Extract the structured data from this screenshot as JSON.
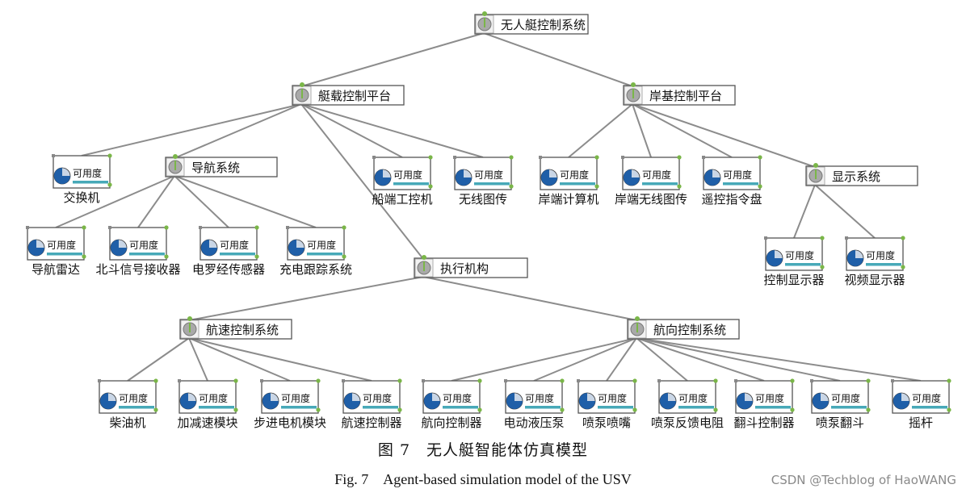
{
  "diagram": {
    "nodes": [
      {
        "id": "usv",
        "type": "system",
        "label": "无人艇控制系统"
      },
      {
        "id": "onboard",
        "type": "system",
        "label": "艇载控制平台"
      },
      {
        "id": "shore",
        "type": "system",
        "label": "岸基控制平台"
      },
      {
        "id": "switch",
        "type": "agent",
        "label": "交换机"
      },
      {
        "id": "nav",
        "type": "system",
        "label": "导航系统"
      },
      {
        "id": "shipctrl",
        "type": "agent",
        "label": "船端工控机"
      },
      {
        "id": "wireless",
        "type": "agent",
        "label": "无线图传"
      },
      {
        "id": "shorepc",
        "type": "agent",
        "label": "岸端计算机"
      },
      {
        "id": "shorewireless",
        "type": "agent",
        "label": "岸端无线图传"
      },
      {
        "id": "remote",
        "type": "agent",
        "label": "遥控指令盘"
      },
      {
        "id": "display",
        "type": "system",
        "label": "显示系统"
      },
      {
        "id": "radar",
        "type": "agent",
        "label": "导航雷达"
      },
      {
        "id": "beidou",
        "type": "agent",
        "label": "北斗信号接收器"
      },
      {
        "id": "compass",
        "type": "agent",
        "label": "电罗经传感器"
      },
      {
        "id": "charge",
        "type": "agent",
        "label": "充电跟踪系统"
      },
      {
        "id": "actuator",
        "type": "system",
        "label": "执行机构"
      },
      {
        "id": "ctrldisp",
        "type": "agent",
        "label": "控制显示器"
      },
      {
        "id": "videodisp",
        "type": "agent",
        "label": "视频显示器"
      },
      {
        "id": "speed",
        "type": "system",
        "label": "航速控制系统"
      },
      {
        "id": "heading",
        "type": "system",
        "label": "航向控制系统"
      },
      {
        "id": "diesel",
        "type": "agent",
        "label": "柴油机"
      },
      {
        "id": "accel",
        "type": "agent",
        "label": "加减速模块"
      },
      {
        "id": "stepper",
        "type": "agent",
        "label": "步进电机模块"
      },
      {
        "id": "speedctrl",
        "type": "agent",
        "label": "航速控制器"
      },
      {
        "id": "headctrl",
        "type": "agent",
        "label": "航向控制器"
      },
      {
        "id": "pump",
        "type": "agent",
        "label": "电动液压泵"
      },
      {
        "id": "nozzle",
        "type": "agent",
        "label": "喷泵喷嘴"
      },
      {
        "id": "feedback",
        "type": "agent",
        "label": "喷泵反馈电阻"
      },
      {
        "id": "bucketctrl",
        "type": "agent",
        "label": "翻斗控制器"
      },
      {
        "id": "bucket",
        "type": "agent",
        "label": "喷泵翻斗"
      },
      {
        "id": "joystick",
        "type": "agent",
        "label": "摇杆"
      }
    ],
    "edges": [
      [
        "usv",
        "onboard"
      ],
      [
        "usv",
        "shore"
      ],
      [
        "onboard",
        "switch"
      ],
      [
        "onboard",
        "nav"
      ],
      [
        "onboard",
        "shipctrl"
      ],
      [
        "onboard",
        "wireless"
      ],
      [
        "onboard",
        "actuator"
      ],
      [
        "shore",
        "shorepc"
      ],
      [
        "shore",
        "shorewireless"
      ],
      [
        "shore",
        "remote"
      ],
      [
        "shore",
        "display"
      ],
      [
        "nav",
        "radar"
      ],
      [
        "nav",
        "beidou"
      ],
      [
        "nav",
        "compass"
      ],
      [
        "nav",
        "charge"
      ],
      [
        "display",
        "ctrldisp"
      ],
      [
        "display",
        "videodisp"
      ],
      [
        "actuator",
        "speed"
      ],
      [
        "actuator",
        "heading"
      ],
      [
        "speed",
        "diesel"
      ],
      [
        "speed",
        "accel"
      ],
      [
        "speed",
        "stepper"
      ],
      [
        "speed",
        "speedctrl"
      ],
      [
        "heading",
        "headctrl"
      ],
      [
        "heading",
        "pump"
      ],
      [
        "heading",
        "nozzle"
      ],
      [
        "heading",
        "feedback"
      ],
      [
        "heading",
        "bucketctrl"
      ],
      [
        "heading",
        "bucket"
      ],
      [
        "heading",
        "joystick"
      ]
    ],
    "agent_inner_label": "可用度"
  },
  "caption": {
    "chinese": "图 7　无人艇智能体仿真模型",
    "english": "Fig. 7　Agent-based simulation model of the USV"
  },
  "watermark": "CSDN @Techblog of HaoWANG",
  "colors": {
    "line": "#8c8c8c",
    "gauge": "#1f5fa8",
    "gauge_bg": "#c9d6e6",
    "bar": "#47a9b8",
    "handle": "#7ab648",
    "system_icon": "#a9a9a9",
    "border": "#555555"
  }
}
